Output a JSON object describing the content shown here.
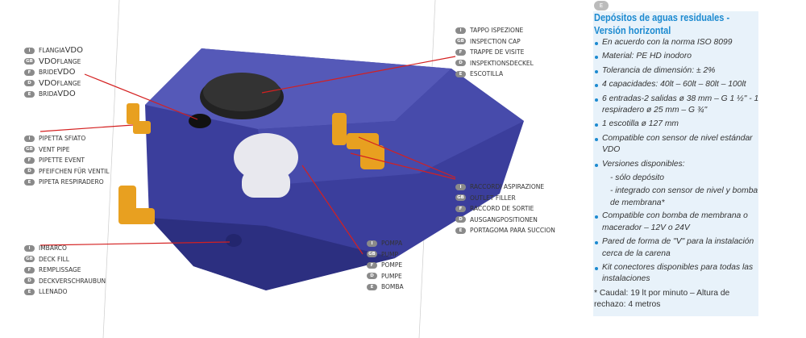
{
  "labels": {
    "flange": [
      [
        "I",
        "FLANGIA ",
        "VDO",
        ""
      ],
      [
        "GB",
        "",
        "VDO",
        " FLANGE"
      ],
      [
        "F",
        "BRIDE ",
        "VDO",
        ""
      ],
      [
        "D",
        "",
        "VDO",
        " FLANGE"
      ],
      [
        "E",
        "BRIDA ",
        "VDO",
        ""
      ]
    ],
    "vent": [
      [
        "I",
        "PIPETTA SFIATO"
      ],
      [
        "GB",
        "VENT PIPE"
      ],
      [
        "F",
        "PIPETTE EVENT"
      ],
      [
        "D",
        "PFEIFCHEN FÜR VENTIL"
      ],
      [
        "E",
        "PIPETA RESPIRADERO"
      ]
    ],
    "deckfill": [
      [
        "I",
        "IMBARCO"
      ],
      [
        "GB",
        "DECK FILL"
      ],
      [
        "F",
        "REMPLISSAGE"
      ],
      [
        "D",
        "DECKVERSCHRAUBUN"
      ],
      [
        "E",
        "LLENADO"
      ]
    ],
    "cap": [
      [
        "I",
        "TAPPO ISPEZIONE"
      ],
      [
        "GB",
        "INSPECTION CAP"
      ],
      [
        "F",
        "TRAPPE DE VISITE"
      ],
      [
        "D",
        "INSPEKTIONSDECKEL"
      ],
      [
        "E",
        "ESCOTILLA"
      ]
    ],
    "outlet": [
      [
        "I",
        "RACCORDI ASPIRAZIONE"
      ],
      [
        "GB",
        "OUTLET FILLER"
      ],
      [
        "F",
        "RACCORD DE SORTIE"
      ],
      [
        "D",
        "AUSGANGPOSITIONEN"
      ],
      [
        "E",
        "PORTAGOMA PARA SUCCION"
      ]
    ],
    "pump": [
      [
        "I",
        "POMPA"
      ],
      [
        "GB",
        "PUMP"
      ],
      [
        "F",
        "POMPE"
      ],
      [
        "D",
        "PUMPE"
      ],
      [
        "E",
        "BOMBA"
      ]
    ]
  },
  "panel": {
    "lang_badge": "E",
    "title": "Depósitos de aguas residuales - Versión horizontal",
    "items": [
      "En acuerdo con la norma ISO 8099",
      "Material: PE HD inodoro",
      "Tolerancia de dimensión: ± 2%",
      "4 capacidades: 40lt – 60lt – 80lt – 100lt",
      "6 entradas-2 salidas ø 38 mm – G 1 ½\" - 1 respiradero ø 25 mm – G ¾\"",
      "1 escotilla ø 127 mm",
      "Compatible con sensor de nivel estándar VDO",
      "Versiones disponibles:"
    ],
    "subitems": [
      "- sólo depósito",
      "- integrado con sensor de nivel y bomba de membrana*"
    ],
    "items2": [
      "Compatible con bomba de membrana o macerador – 12V o 24V",
      "Pared de forma de \"V\" para la instalación cerca de la carena",
      "Kit conectores disponibles para todas las instalaciones"
    ],
    "note": "*  Caudal: 19 lt por minuto – Altura de rechazo: 4 metros"
  },
  "colors": {
    "tank": "#3b3e9c",
    "accent": "#1c8ad0",
    "leader": "#d42020"
  }
}
